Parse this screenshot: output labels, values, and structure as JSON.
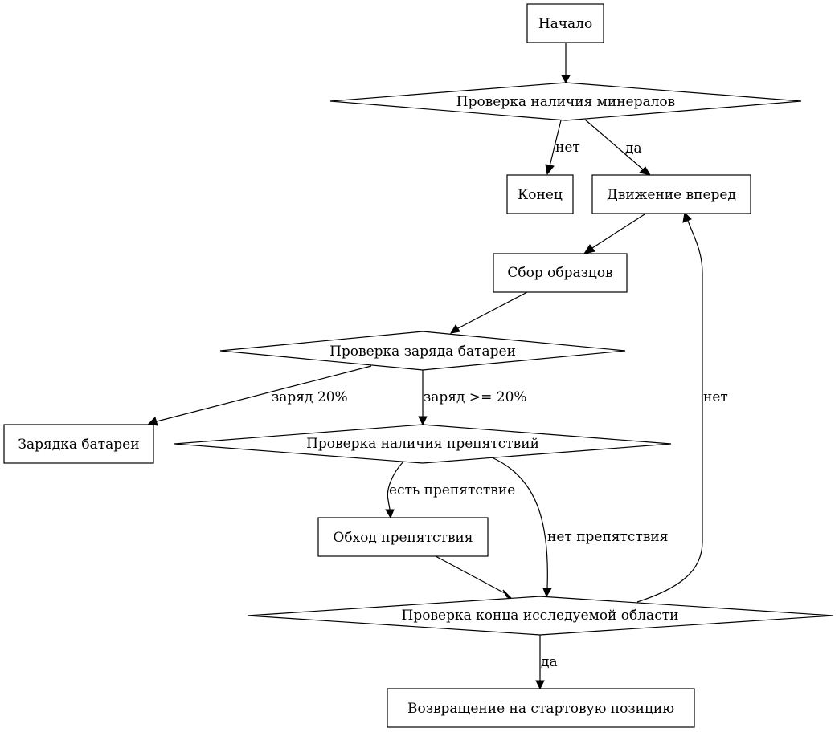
{
  "nodes": {
    "start": "Начало",
    "check_minerals": "Проверка наличия минералов",
    "end": "Конец",
    "move_forward": "Движение вперед",
    "collect_samples": "Сбор образцов",
    "check_battery": "Проверка заряда батареи",
    "charge_battery": "Зарядка батареи",
    "check_obstacles": "Проверка наличия препятствий",
    "avoid_obstacle": "Обход препятствия",
    "check_area_end": "Проверка конца исследуемой области",
    "return_start": "Возвращение на стартовую позицию"
  },
  "edges": {
    "minerals_no": "нет",
    "minerals_yes": "да",
    "battery_low": "заряд 20%",
    "battery_ok": "заряд >= 20%",
    "obstacle_yes": "есть препятствие",
    "obstacle_no": "нет препятствия",
    "area_end_no": "нет",
    "area_end_yes": "да"
  }
}
